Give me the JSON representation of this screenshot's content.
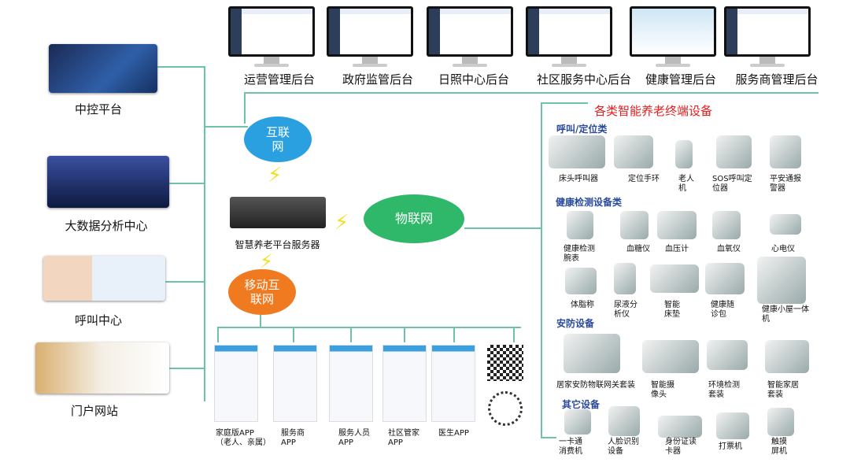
{
  "left": [
    {
      "label": "中控平台"
    },
    {
      "label": "大数据分析中心"
    },
    {
      "label": "呼叫中心"
    },
    {
      "label": "门户网站"
    }
  ],
  "top_backends": [
    {
      "label": "运营管理后台"
    },
    {
      "label": "政府监管后台"
    },
    {
      "label": "日照中心后台"
    },
    {
      "label": "社区服务中心后台"
    },
    {
      "label": "健康管理后台"
    },
    {
      "label": "服务商管理后台"
    }
  ],
  "center": {
    "internet": "互联\n网",
    "server": "智慧养老平台服务器",
    "iot": "物联网",
    "mobile": "移动互\n联网"
  },
  "apps": [
    {
      "label": "家庭版APP\n（老人、亲属）"
    },
    {
      "label": "服务商\nAPP"
    },
    {
      "label": "服务人员\nAPP"
    },
    {
      "label": "社区管家\nAPP"
    },
    {
      "label": "医生APP"
    }
  ],
  "devices": {
    "title": "各类智能养老终端设备",
    "groups": [
      {
        "name": "呼叫/定位类",
        "items": [
          "床头呼叫器",
          "定位手环",
          "老人\n机",
          "SOS呼叫定\n位器",
          "平安通报\n警器"
        ]
      },
      {
        "name": "健康检测设备类",
        "items": [
          "健康检测\n腕表",
          "血糖仪",
          "血压计",
          "血氧仪",
          "心电仪",
          "体脂称",
          "尿液分\n析仪",
          "智能\n床垫",
          "健康随\n诊包",
          "健康小屋一体\n机"
        ]
      },
      {
        "name": "安防设备",
        "items": [
          "居家安防物联网关套装",
          "智能摄\n像头",
          "环境检测\n套装",
          "智能家居\n套装"
        ]
      },
      {
        "name": "其它设备",
        "items": [
          "一卡通\n消费机",
          "人脸识别\n设备",
          "身份证读\n卡器",
          "打票机",
          "触摸\n屏机"
        ]
      }
    ]
  },
  "colors": {
    "line": "#6cc3a8",
    "title_red": "#e02020",
    "section_blue": "#2a4a9a",
    "internet_cloud": "#2aa0e0",
    "iot_cloud": "#2fb86a",
    "mobile_cloud": "#f07a20"
  }
}
